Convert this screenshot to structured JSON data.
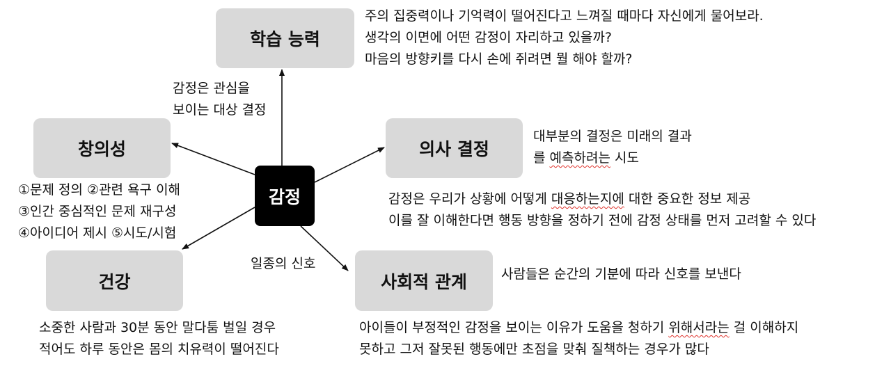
{
  "center": {
    "label": "감정"
  },
  "nodes": {
    "learning": {
      "label": "학습 능력"
    },
    "creativity": {
      "label": "창의성"
    },
    "decision": {
      "label": "의사 결정"
    },
    "health": {
      "label": "건강"
    },
    "social": {
      "label": "사회적 관계"
    }
  },
  "edge_labels": {
    "learning": [
      "감정은 관심을",
      "보이는 대상 결정"
    ],
    "social": "일종의 신호"
  },
  "notes": {
    "learning": [
      "주의 집중력이나 기억력이 떨어진다고 느껴질 때마다 자신에게 물어보라.",
      "생각의 이면에 어떤 감정이 자리하고 있을까?",
      "마음의 방향키를 다시 손에 쥐려면 뭘 해야 할까?"
    ],
    "creativity": [
      "①문제 정의 ②관련 욕구 이해",
      "③인간 중심적인 문제 재구성",
      "④아이디어 제시 ⑤시도/시험"
    ],
    "decision": {
      "line1": "대부분의 결정은 미래의 결과",
      "line2_pre": "를 ",
      "line2_mark": "예측하려는",
      "line2_post": " 시도"
    },
    "decision_detail": {
      "line1_pre": "감정은 우리가 상황에 어떻게 ",
      "line1_mark": "대응하는지에",
      "line1_post": " 대한 중요한 정보 제공",
      "line2": "이를 잘 이해한다면 행동 방향을 정하기 전에 감정 상태를 먼저 고려할 수 있다"
    },
    "health": [
      "소중한 사람과 30분 동안 말다툼 벌일 경우",
      "적어도 하루 동안은 몸의 치유력이 떨어진다"
    ],
    "social": "사람들은 순간의 기분에 따라 신호를 보낸다",
    "social_detail": {
      "line1_pre": "아이들이 부정적인 감정을 보이는 이유가 도움을 청하기 ",
      "line1_mark": "위해서라는",
      "line1_post": " 걸 이해하지",
      "line2": "못하고 그저 잘못된 행동에만 초점을 맞춰 질책하는 경우가 많다"
    }
  }
}
